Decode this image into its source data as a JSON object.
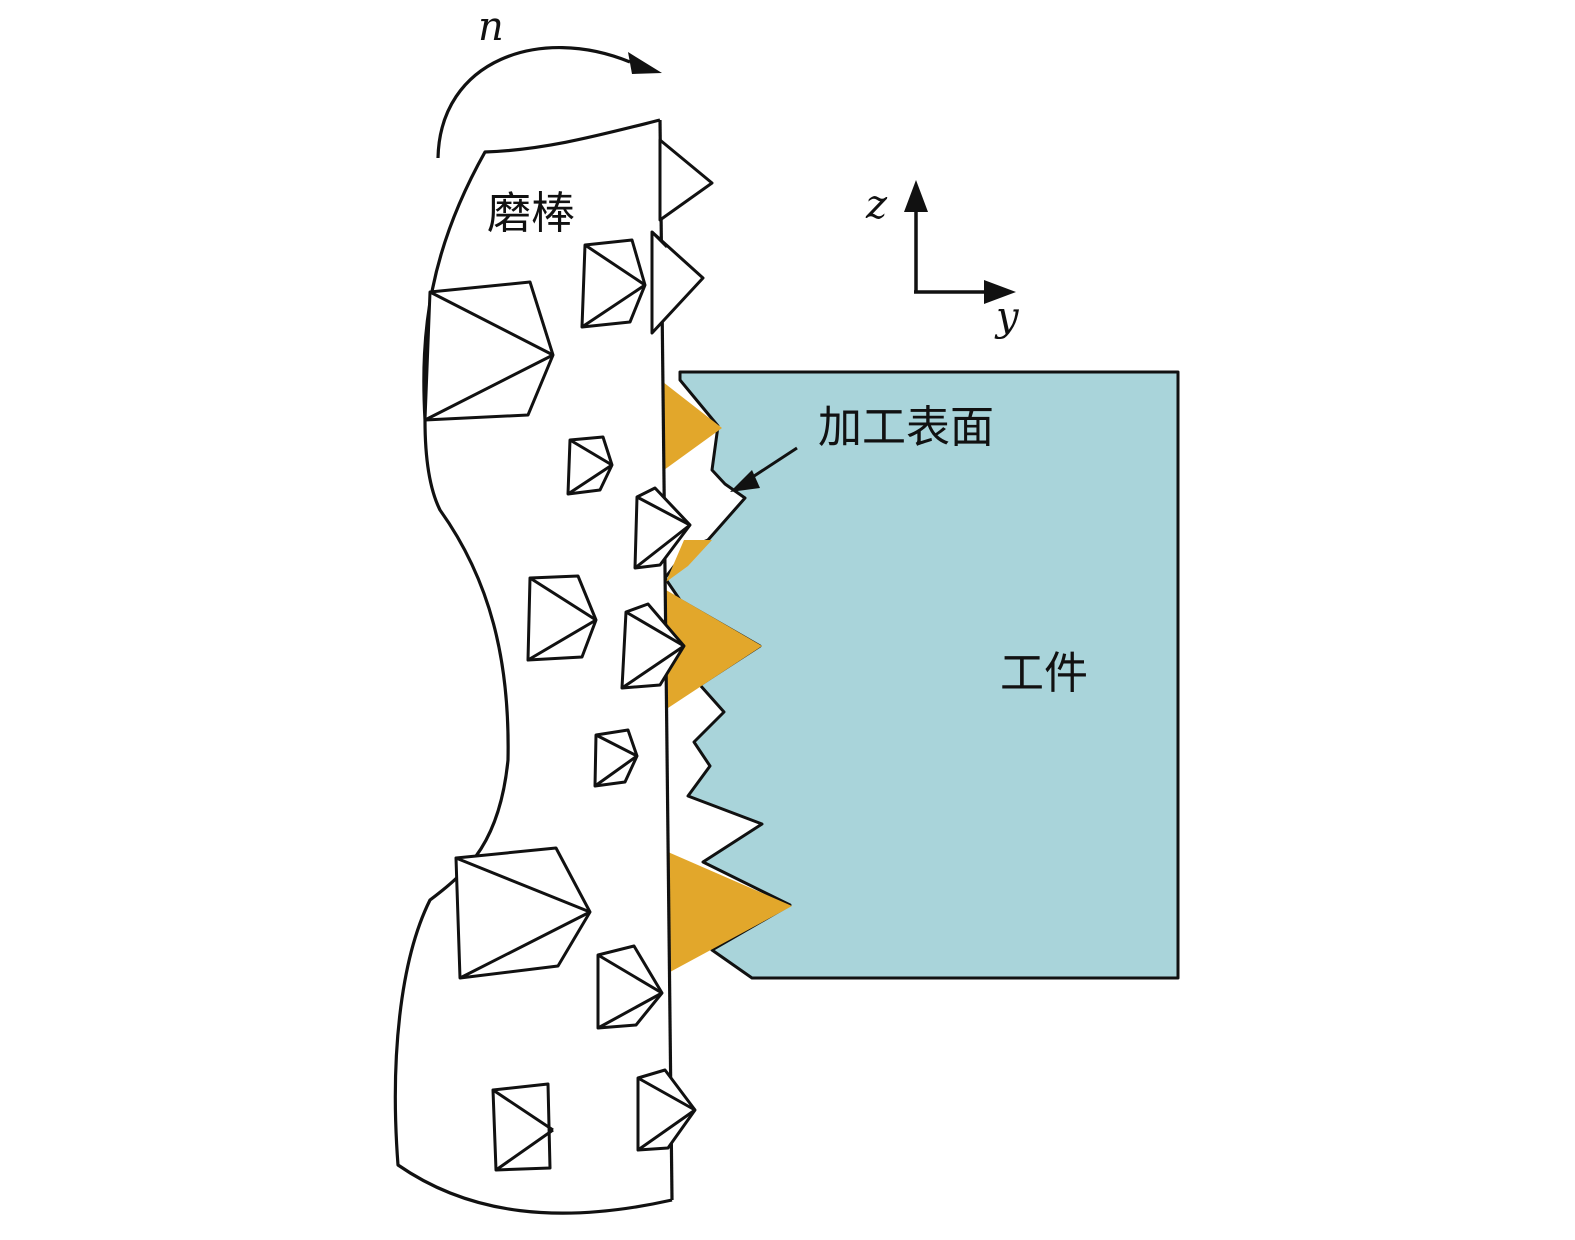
{
  "labels": {
    "rotation": "n",
    "tool": "磨棒",
    "surface": "加工表面",
    "workpiece": "工件",
    "axis_z": "z",
    "axis_y": "y"
  },
  "colors": {
    "workpiece_fill": "#a9d4da",
    "chip_fill": "#e2a72b",
    "stroke": "#111111",
    "background": "#ffffff"
  }
}
